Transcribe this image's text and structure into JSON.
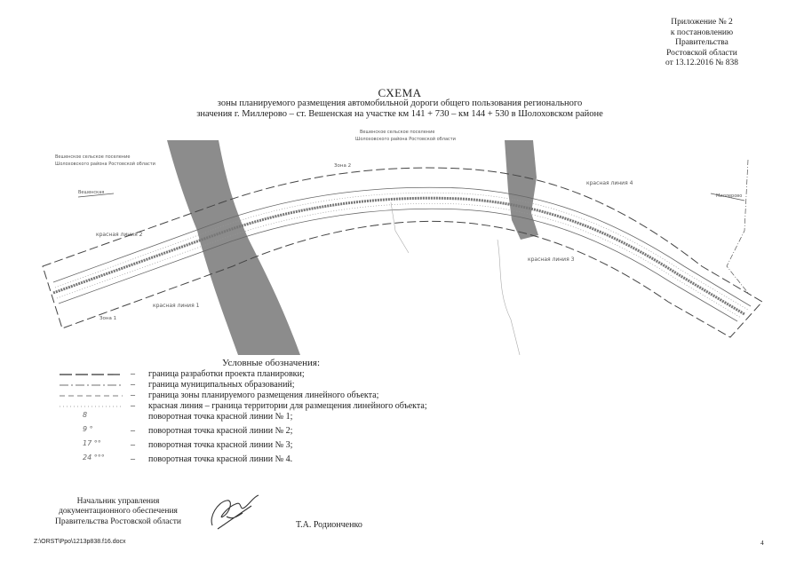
{
  "appendix": {
    "lines": [
      "Приложение № 2",
      "к постановлению",
      "Правительства",
      "Ростовской области",
      "от 13.12.2016 № 838"
    ]
  },
  "title": "СХЕМА",
  "subtitle": [
    "зоны планируемого размещения автомобильной дороги общего пользования регионального",
    "значения г. Миллерово – ст. Вешенская на участке км 141 + 730 – км 144 + 530  в Шолоховском районе"
  ],
  "map": {
    "settlement_left": [
      "Вешенское сельское поселение",
      "Шолоховского района Ростовской области"
    ],
    "settlement_top": [
      "Вешенское сельское поселение",
      "Шолоховского района Ростовской области"
    ],
    "direction_left": "Вешенская",
    "direction_right": "Миллерово",
    "labels": {
      "red_line_1": "красная линия 1",
      "red_line_2": "красная линия 2",
      "red_line_3": "красная линия 3",
      "red_line_4": "красная линия 4",
      "zone_1": "Зона 1",
      "zone_2": "Зона 2"
    }
  },
  "legend": {
    "title": "Условные обозначения:",
    "dash": "–",
    "items": [
      {
        "style": "long-dash",
        "text": "граница разработки проекта планировки;"
      },
      {
        "style": "dash-dot",
        "text": "граница муниципальных образований;"
      },
      {
        "style": "dashed",
        "text": "граница зоны планируемого размещения линейного объекта;"
      },
      {
        "style": "dotted",
        "text": "красная линия – граница территории для размещения линейного объекта;"
      },
      {
        "style": "point",
        "marker": "8",
        "text": "поворотная точка красной линии № 1;"
      },
      {
        "style": "point",
        "marker": "9 °",
        "text": "поворотная точка красной линии № 2;"
      },
      {
        "style": "point",
        "marker": "17 °°",
        "text": "поворотная точка красной линии № 3;"
      },
      {
        "style": "point",
        "marker": "24 °°°",
        "text": "поворотная точка красной линии № 4."
      }
    ]
  },
  "signature_block": {
    "lines": [
      "Начальник управления",
      "документационного обеспечения",
      "Правительства Ростовской области"
    ],
    "name": "Т.А. Родионченко"
  },
  "footer": {
    "filepath": "Z:\\ORST\\Ppo\\1213p838.f16.docx",
    "page": "4"
  }
}
